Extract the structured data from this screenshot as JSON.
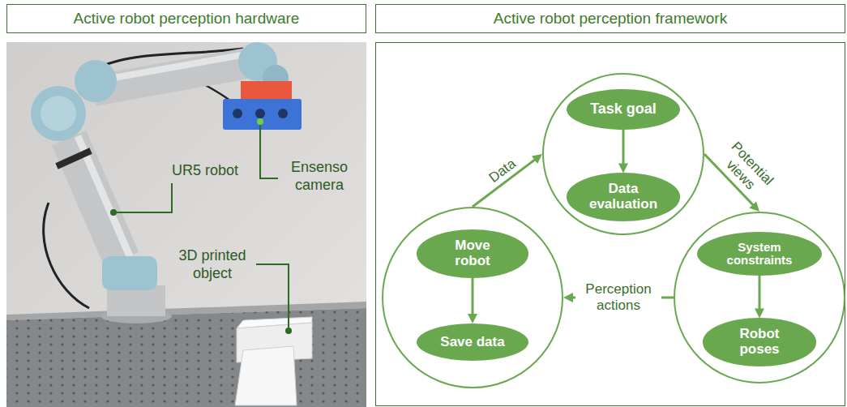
{
  "diagram": {
    "nodes": [
      {
        "text": [
          "Active robot perception hardware"
        ]
      },
      {
        "text": [
          "Active robot perception framework"
        ]
      },
      {
        "text": []
      },
      {
        "text": [
          "Task goal"
        ],
        "in": 2
      },
      {
        "text": [
          "Data evaluation"
        ],
        "in": 2
      },
      {
        "text": []
      },
      {
        "text": [
          "Move robot"
        ],
        "in": 5
      },
      {
        "text": [
          "Save data"
        ],
        "in": 5
      },
      {
        "text": []
      },
      {
        "text": [
          "System constraints"
        ],
        "in": 8
      },
      {
        "text": [
          "Robot poses"
        ],
        "in": 8
      }
    ],
    "edges": [
      {
        "from": 3,
        "to": 4,
        "arrow": "to"
      },
      {
        "from": 6,
        "to": 7,
        "arrow": "to"
      },
      {
        "from": 9,
        "to": 10,
        "arrow": "to"
      },
      {
        "from": 5,
        "to": 2,
        "label": "Data",
        "arrow": "to"
      },
      {
        "from": 2,
        "to": 8,
        "label": "Potential views",
        "arrow": "to"
      },
      {
        "from": 8,
        "to": 5,
        "label": "Perception actions",
        "arrow": "to"
      }
    ],
    "labels": [
      "UR5 robot",
      "Ensenso camera",
      "3D printed object"
    ]
  }
}
